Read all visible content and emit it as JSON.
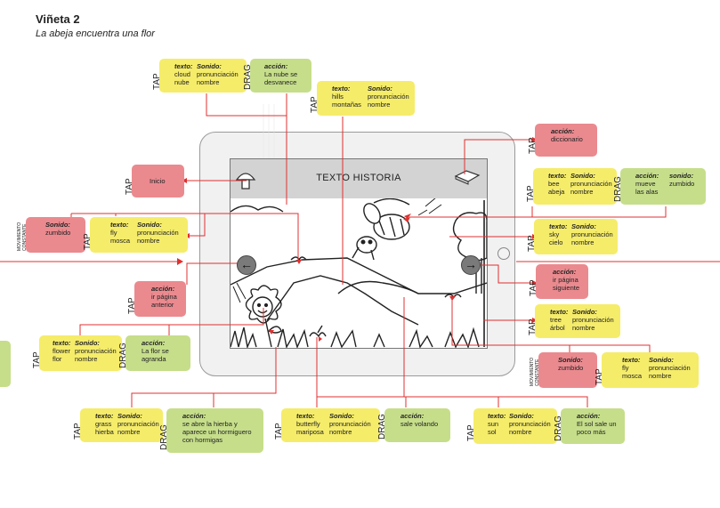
{
  "header": {
    "title": "Viñeta 2",
    "subtitle": "La abeja encuentra una flor"
  },
  "screen": {
    "title": "TEXTO HISTORIA"
  },
  "boxes": {
    "nube": {
      "label": "TAP",
      "h1": "texto:",
      "v1": "cloud\nnube",
      "h2": "Sonido:",
      "v2": "pronunciación\nnombre"
    },
    "nube_drag": {
      "label": "DRAG",
      "h1": "acción:",
      "v1": "La nube se\ndesvanece"
    },
    "montanas": {
      "label": "TAP",
      "h1": "texto:",
      "v1": "hills\nmontañas",
      "h2": "Sonido:",
      "v2": "pronunciación\nnombre"
    },
    "diccionario": {
      "label": "TAP",
      "h1": "acción:",
      "v1": "diccionario"
    },
    "inicio": {
      "label": "TAP",
      "v1": "Inicio"
    },
    "abeja": {
      "label": "TAP",
      "h1": "texto:",
      "v1": "bee\nabeja",
      "h2": "Sonido:",
      "v2": "pronunciación\nnombre"
    },
    "abeja_drag": {
      "label": "DRAG",
      "h1": "acción:",
      "v1": "mueve\nlas alas",
      "h2": "sonido:",
      "v2": "zumbido"
    },
    "mosca_mov": {
      "label": "MOVIMIENTO\nCONSTANTE",
      "h1": "Sonido:",
      "v1": "zumbido"
    },
    "mosca": {
      "label": "TAP",
      "h1": "texto:",
      "v1": "fly\nmosca",
      "h2": "Sonido:",
      "v2": "pronunciación\nnombre"
    },
    "cielo": {
      "label": "TAP",
      "h1": "texto:",
      "v1": "sky\ncielo",
      "h2": "Sonido:",
      "v2": "pronunciación\nnombre"
    },
    "anterior": {
      "label": "TAP",
      "h1": "acción:",
      "v1": "ir página\nanterior"
    },
    "siguiente": {
      "label": "TAP",
      "h1": "acción:",
      "v1": "ir página\nsiguiente"
    },
    "arbol": {
      "label": "TAP",
      "h1": "texto:",
      "v1": "tree\nárbol",
      "h2": "Sonido:",
      "v2": "pronunciación\nnombre"
    },
    "flor": {
      "label": "TAP",
      "h1": "texto:",
      "v1": "flower\nflor",
      "h2": "Sonido:",
      "v2": "pronunciación\nnombre"
    },
    "flor_drag": {
      "label": "DRAG",
      "h1": "acción:",
      "v1": "La flor se\nagranda"
    },
    "mosca2_mov": {
      "label": "MOVIMIENTO\nCONSTANTE",
      "h1": "Sonido:",
      "v1": "zumbido"
    },
    "mosca2": {
      "label": "TAP",
      "h1": "texto:",
      "v1": "fly\nmosca",
      "h2": "Sonido:",
      "v2": "pronunciación\nnombre"
    },
    "hierba": {
      "label": "TAP",
      "h1": "texto:",
      "v1": "grass\nhierba",
      "h2": "Sonido:",
      "v2": "pronunciación\nnombre"
    },
    "hierba_drag": {
      "label": "DRAG",
      "h1": "acción:",
      "v1": "se abre la hierba y\naparece un hormiguero\ncon hormigas"
    },
    "mariposa": {
      "label": "TAP",
      "h1": "texto:",
      "v1": "butterfly\nmariposa",
      "h2": "Sonido:",
      "v2": "pronunciación\nnombre"
    },
    "mariposa_drag": {
      "label": "DRAG",
      "h1": "acción:",
      "v1": "sale volando"
    },
    "sol": {
      "label": "TAP",
      "h1": "texto:",
      "v1": "sun\nsol",
      "h2": "Sonido:",
      "v2": "pronunciación\nnombre"
    },
    "sol_drag": {
      "label": "DRAG",
      "h1": "acción:",
      "v1": "El sol sale un\npoco más"
    }
  },
  "colors": {
    "tap": "#f5ec6a",
    "drag": "#c6de8a",
    "action": "#ea8a8f",
    "line": "#e03030"
  },
  "icons": [
    "mushroom-icon",
    "book-icon",
    "arrow-left-icon",
    "arrow-right-icon",
    "home-button-icon"
  ]
}
